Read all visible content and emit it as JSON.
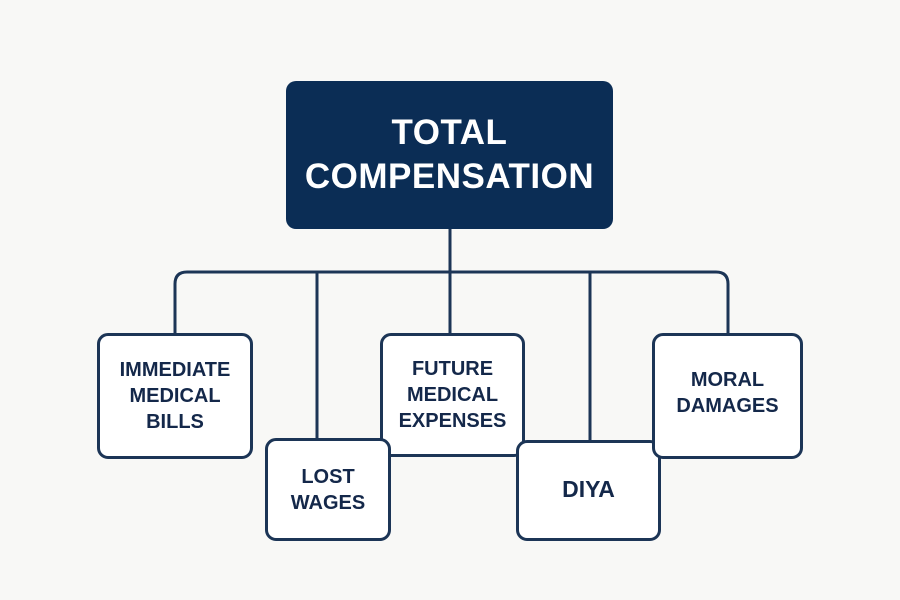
{
  "root": {
    "lines": [
      "TOTAL",
      "COMPENSATION"
    ]
  },
  "nodes": [
    {
      "id": "immediate-medical-bills",
      "lines": [
        "IMMEDIATE",
        "MEDICAL",
        "BILLS"
      ]
    },
    {
      "id": "future-medical-expenses",
      "lines": [
        "FUTURE",
        "MEDICAL",
        "EXPENSES"
      ]
    },
    {
      "id": "moral-damages",
      "lines": [
        "MORAL",
        "DAMAGES"
      ]
    },
    {
      "id": "diya",
      "lines": [
        "DIYA"
      ]
    },
    {
      "id": "lost-wages",
      "lines": [
        "LOST",
        "WAGES"
      ]
    }
  ],
  "colors": {
    "root_fill": "#0b2d55",
    "stroke": "#1c3556",
    "text": "#14284a",
    "background": "#f8f8f6"
  }
}
